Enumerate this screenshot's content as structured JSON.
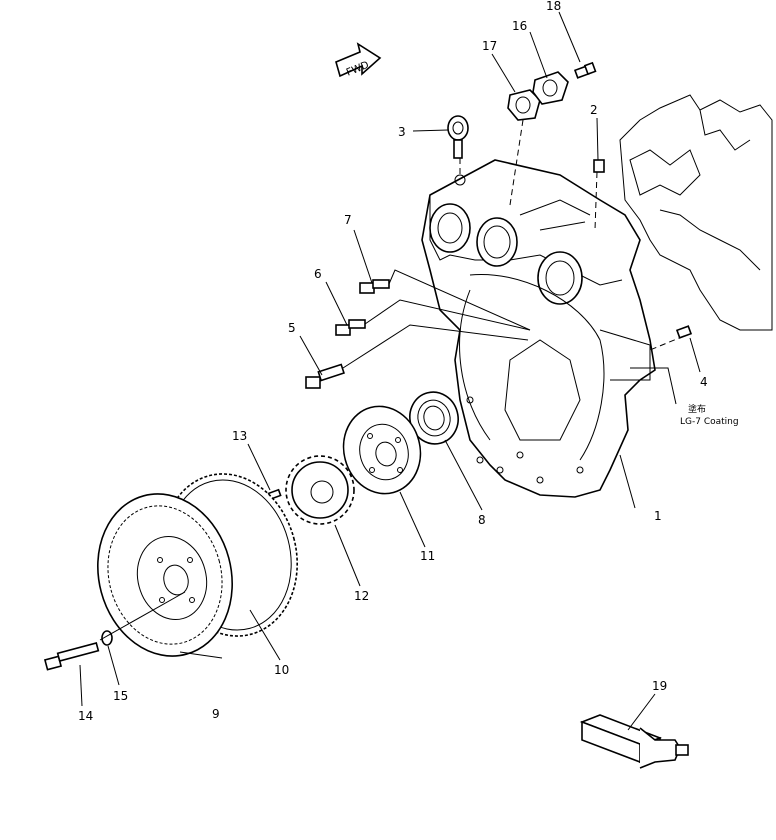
{
  "callouts": [
    {
      "id": "1",
      "text": "1"
    },
    {
      "id": "2",
      "text": "2"
    },
    {
      "id": "3",
      "text": "3"
    },
    {
      "id": "4",
      "text": "4"
    },
    {
      "id": "5",
      "text": "5"
    },
    {
      "id": "6",
      "text": "6"
    },
    {
      "id": "7",
      "text": "7"
    },
    {
      "id": "8",
      "text": "8"
    },
    {
      "id": "9",
      "text": "9"
    },
    {
      "id": "10",
      "text": "10"
    },
    {
      "id": "11",
      "text": "11"
    },
    {
      "id": "12",
      "text": "12"
    },
    {
      "id": "13",
      "text": "13"
    },
    {
      "id": "14",
      "text": "14"
    },
    {
      "id": "15",
      "text": "15"
    },
    {
      "id": "16",
      "text": "16"
    },
    {
      "id": "17",
      "text": "17"
    },
    {
      "id": "18",
      "text": "18"
    },
    {
      "id": "19",
      "text": "19"
    }
  ],
  "fwd_label": "FWD",
  "coating_note": {
    "jp": "塗布",
    "en": "LG-7 Coating"
  }
}
